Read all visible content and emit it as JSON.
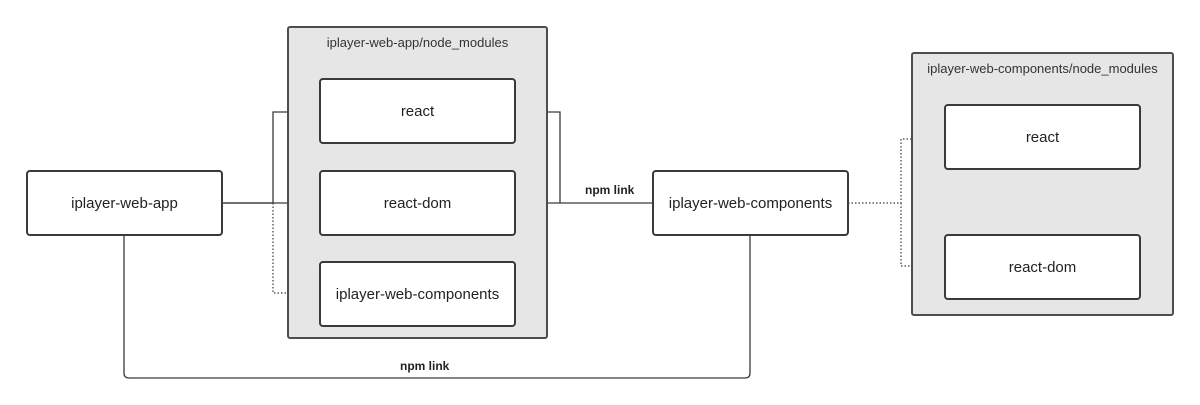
{
  "containers": {
    "app_modules": {
      "title": "iplayer-web-app/node_modules"
    },
    "components_modules": {
      "title": "iplayer-web-components/node_modules"
    }
  },
  "nodes": {
    "app": "iplayer-web-app",
    "app_react": "react",
    "app_react_dom": "react-dom",
    "app_components": "iplayer-web-components",
    "components": "iplayer-web-components",
    "comp_react": "react",
    "comp_react_dom": "react-dom"
  },
  "edges": {
    "top_link": "npm link",
    "bottom_link": "npm link"
  },
  "colors": {
    "line": "#3a3a3a",
    "container_fill": "#e6e6e6",
    "node_fill": "#ffffff"
  }
}
